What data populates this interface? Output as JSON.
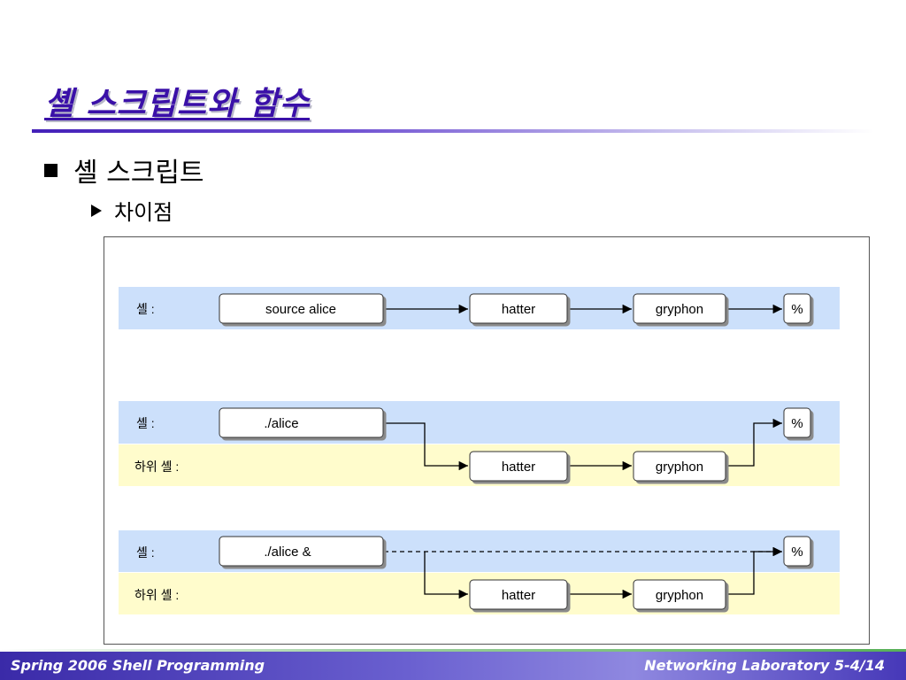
{
  "slide": {
    "title": "셸 스크립트와 함수",
    "bullet_level1": "셸 스크립트",
    "bullet_level2": "차이점"
  },
  "diagram": {
    "rows": [
      {
        "label": "셸 :",
        "color": "#cce0fb"
      },
      {
        "label": "셸 :",
        "color": "#cce0fb"
      },
      {
        "label": "하위 셸 :",
        "color": "#fffccc"
      },
      {
        "label": "셸 :",
        "color": "#cce0fb"
      },
      {
        "label": "하위 셸 :",
        "color": "#fffccc"
      }
    ],
    "boxes": {
      "source_alice": "source alice",
      "hatter": "hatter",
      "gryphon": "gryphon",
      "prompt": "%",
      "alice": "./alice",
      "alice_bg": "./alice &"
    }
  },
  "footer": {
    "left": "Spring 2006 Shell Programming",
    "right": "Networking Laboratory  5-4/14"
  }
}
